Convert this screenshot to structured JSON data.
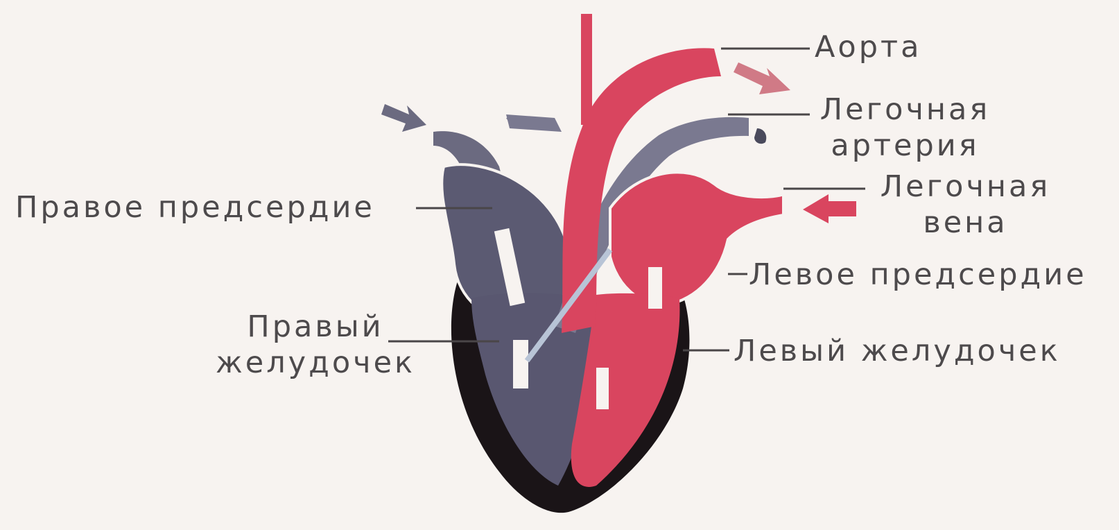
{
  "colors": {
    "background": "#f7f3f0",
    "label_text": "#4d4a4c",
    "venous_blood": "#5b5a72",
    "arterial_blood": "#d9455f",
    "heart_wall": "#1a1417",
    "leader_line": "#4a4648"
  },
  "labels": {
    "aorta": "Аорта",
    "pulmonary_artery_1": "Легочная",
    "pulmonary_artery_2": "артерия",
    "pulmonary_vein_1": "Легочная",
    "pulmonary_vein_2": "вена",
    "left_atrium": "Левое предсердие",
    "left_ventricle": "Левый желудочек",
    "right_atrium": "Правое предсердие",
    "right_ventricle_1": "Правый",
    "right_ventricle_2": "желудочек"
  }
}
